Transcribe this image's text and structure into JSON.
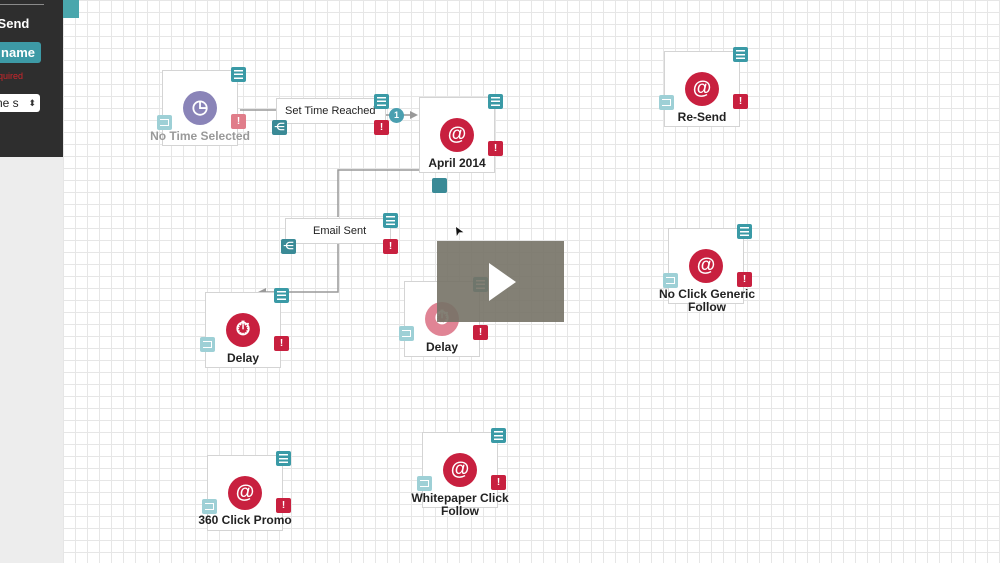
{
  "sidebar": {
    "title": "e-Send",
    "name_button": "name",
    "error_text": "required",
    "select_value": "ne s",
    "select_arrow": "⬍"
  },
  "triggers": {
    "set_time_reached": "Set Time Reached",
    "email_sent": "Email Sent",
    "badge": "1"
  },
  "nodes": {
    "no_time_selected": "No Time Selected",
    "april_2014": "April 2014",
    "re_send": "Re-Send",
    "delay_1": "Delay",
    "delay_2": "Delay",
    "no_click_generic_follow": "No Click Generic Follow",
    "click_promo_360": "360 Click Promo",
    "whitepaper_click_follow": "Whitepaper Click Follow"
  },
  "icons": {
    "email": "@",
    "alert": "!",
    "clock": "◷",
    "stopwatch": "⏱",
    "split": "⋲",
    "cursor": "➤"
  },
  "colors": {
    "accent_teal": "#3a9aa6",
    "alert_red": "#c8203f",
    "clock_purple": "#8a84b8",
    "sidebar_dark": "#2e2e2e"
  }
}
